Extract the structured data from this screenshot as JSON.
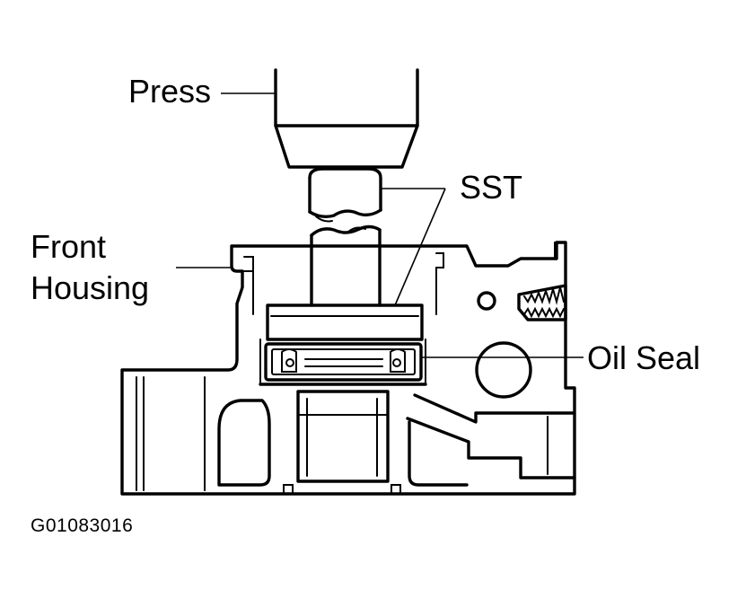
{
  "labels": {
    "press": "Press",
    "sst": "SST",
    "front_housing_line1": "Front",
    "front_housing_line2": "Housing",
    "oil_seal": "Oil Seal"
  },
  "figure_code": "G01083016"
}
